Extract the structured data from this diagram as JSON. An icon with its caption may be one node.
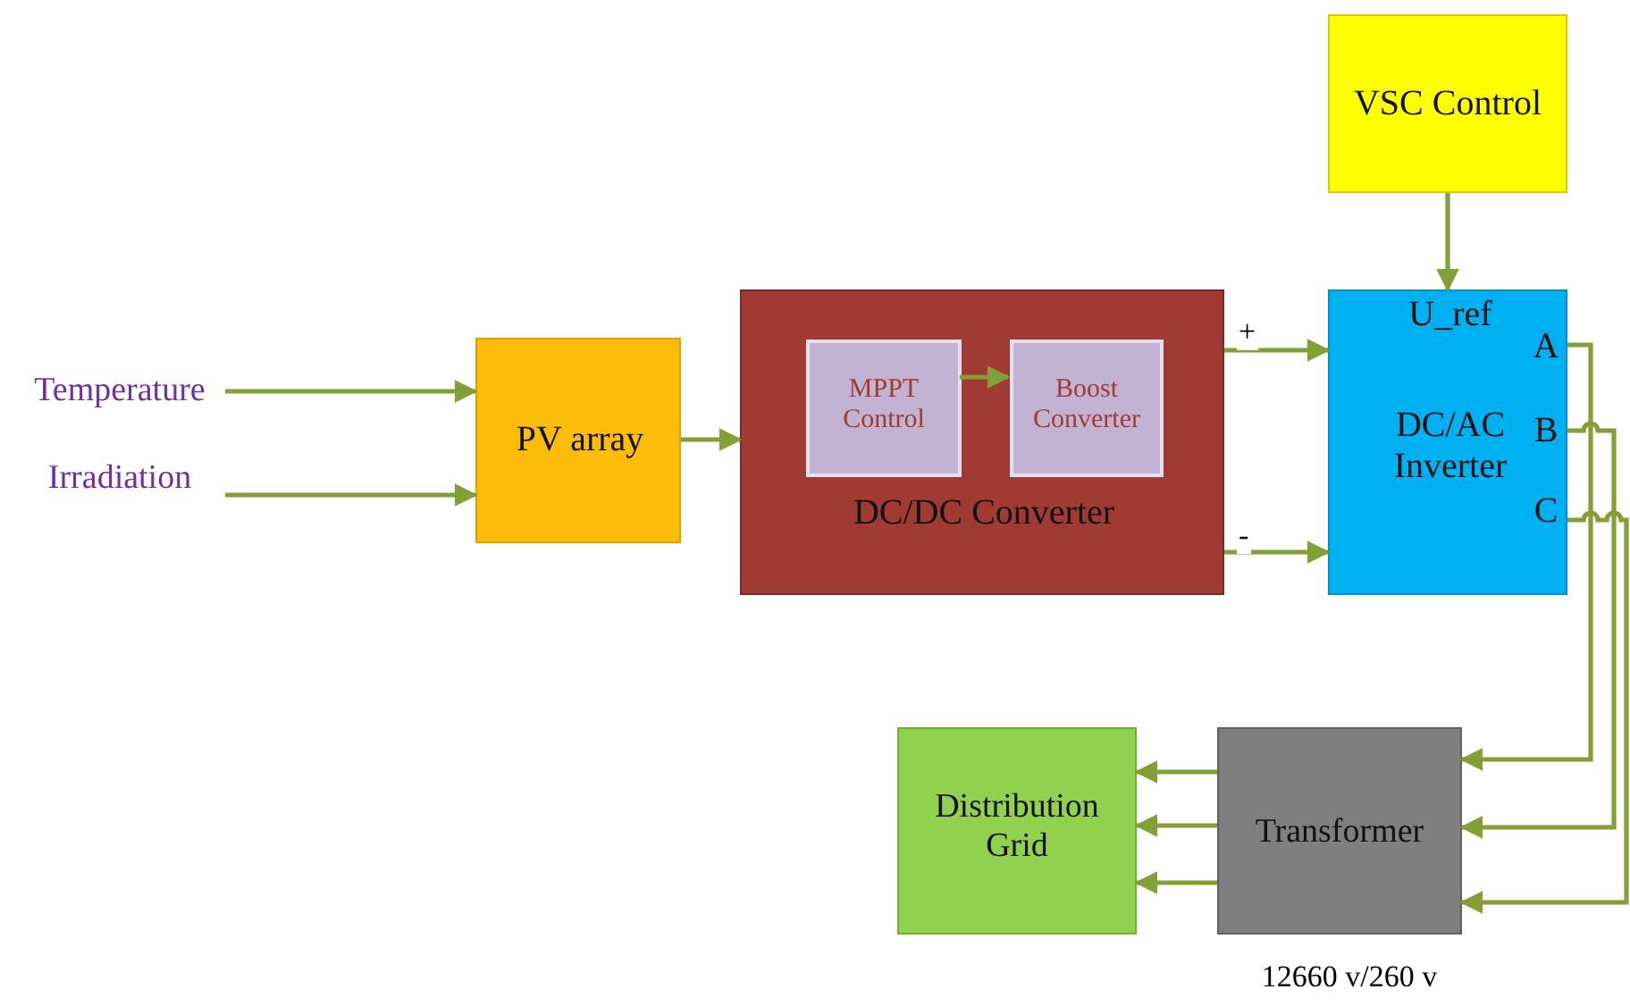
{
  "diagram": {
    "nodes": [
      {
        "text": [
          "Temperature"
        ]
      },
      {
        "text": [
          "Irradiation"
        ]
      },
      {
        "text": [
          "PV array"
        ]
      },
      {
        "text": [
          "DC/DC Converter"
        ]
      },
      {
        "text": [
          "MPPT Control"
        ],
        "in": 3
      },
      {
        "text": [
          "Boost Converter"
        ],
        "in": 3
      },
      {
        "text": [
          "VSC Control"
        ]
      },
      {
        "text": [
          "U_ref",
          "DC/AC Inverter",
          "A",
          "B",
          "C"
        ]
      },
      {
        "text": [
          "Distribution Grid"
        ]
      },
      {
        "text": [
          "Transformer"
        ],
        "beside": [
          "12660 v/260 v"
        ]
      }
    ],
    "edges": [
      {
        "from": 0,
        "to": 2,
        "arrow": "to"
      },
      {
        "from": 1,
        "to": 2,
        "arrow": "to"
      },
      {
        "from": 2,
        "to": 3,
        "arrow": "to"
      },
      {
        "from": 4,
        "to": 5,
        "arrow": "to"
      },
      {
        "from": 3,
        "to": 7,
        "arrow": "to",
        "label": "+"
      },
      {
        "from": 3,
        "to": 7,
        "arrow": "to",
        "label": "-"
      },
      {
        "from": 6,
        "to": 7,
        "arrow": "to"
      },
      {
        "from": 7,
        "to": 9,
        "arrow": "to"
      },
      {
        "from": 7,
        "to": 9,
        "arrow": "to"
      },
      {
        "from": 7,
        "to": 9,
        "arrow": "to"
      },
      {
        "from": 9,
        "to": 8,
        "arrow": "to"
      },
      {
        "from": 9,
        "to": 8,
        "arrow": "to"
      },
      {
        "from": 9,
        "to": 8,
        "arrow": "to"
      }
    ]
  }
}
